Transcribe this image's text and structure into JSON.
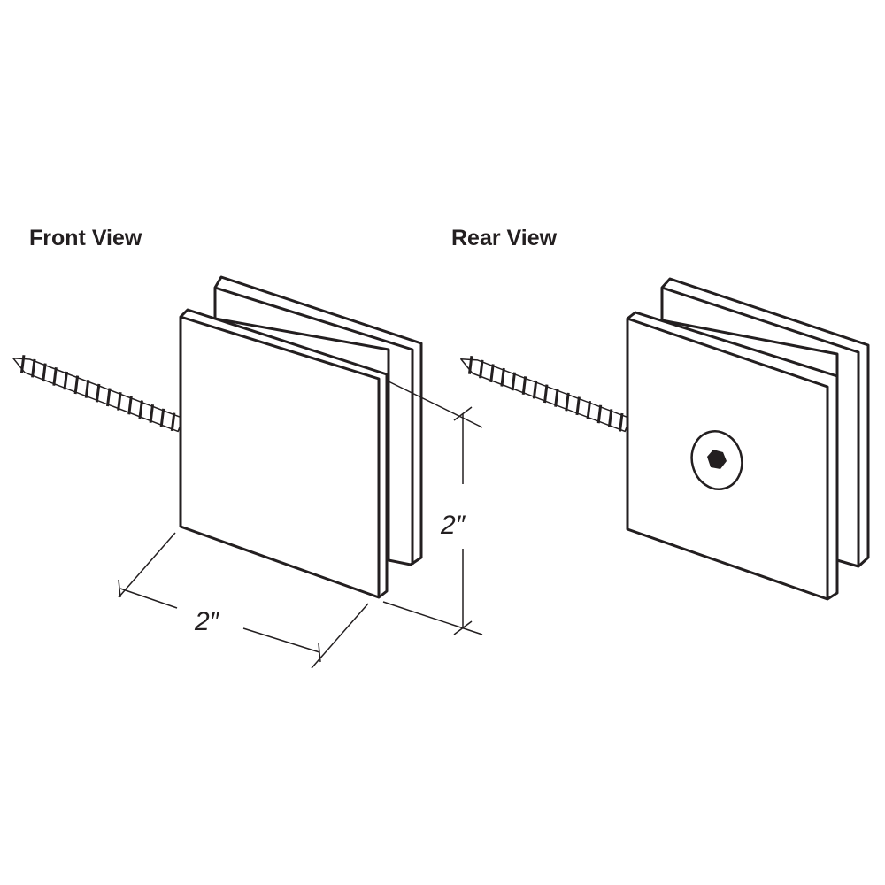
{
  "views": {
    "front": {
      "label": "Front View"
    },
    "rear": {
      "label": "Rear View"
    }
  },
  "dimensions": {
    "width": "2″",
    "height": "2″"
  },
  "colors": {
    "ink": "#231f20",
    "background": "#ffffff"
  }
}
